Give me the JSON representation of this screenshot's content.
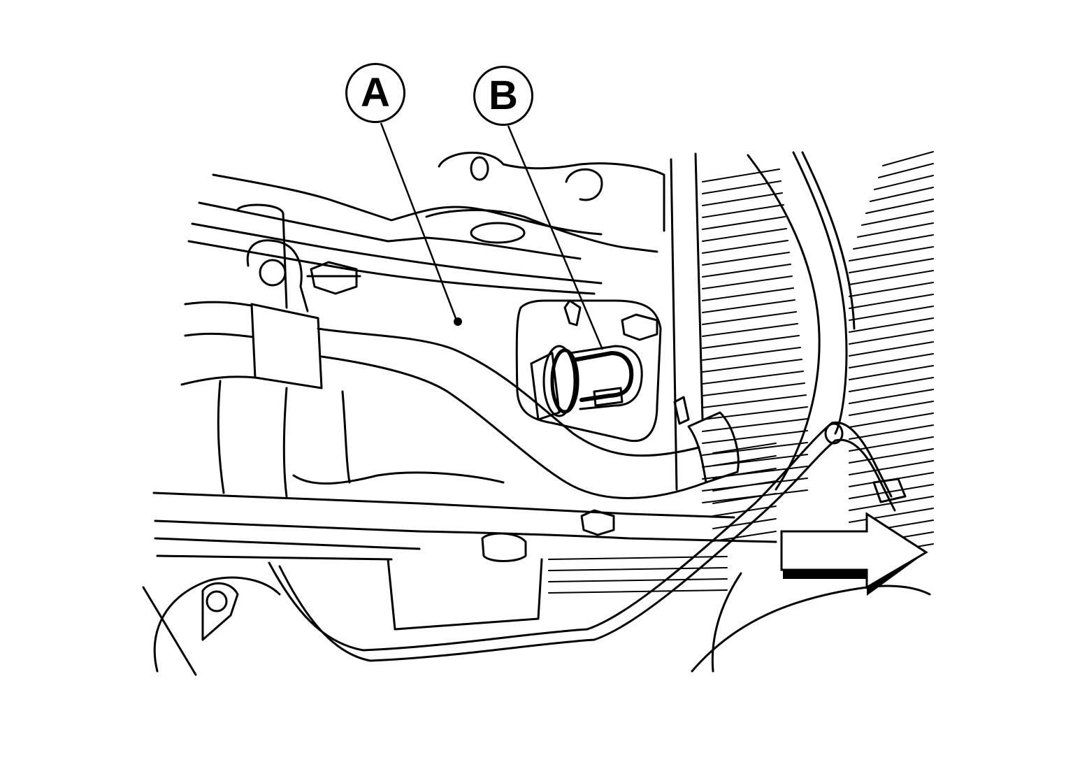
{
  "diagram": {
    "callouts": [
      {
        "id": "A",
        "label": "A"
      },
      {
        "id": "B",
        "label": "B"
      }
    ],
    "direction_arrow": {
      "icon": "front-direction-arrow-icon",
      "points": "right"
    },
    "colors": {
      "line": "#000000",
      "background": "#ffffff"
    }
  }
}
